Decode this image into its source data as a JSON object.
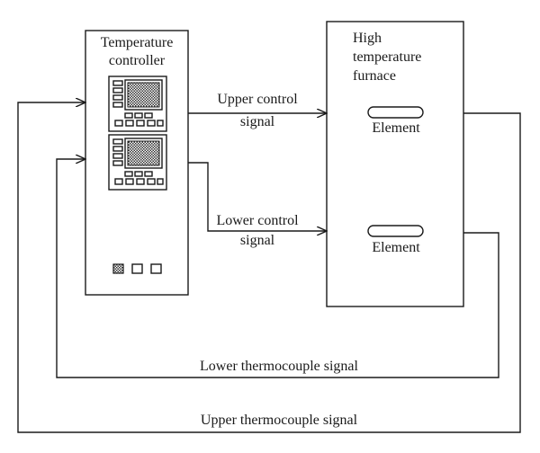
{
  "controller": {
    "label_line1": "Temperature",
    "label_line2": "controller"
  },
  "furnace": {
    "label_line1": "High",
    "label_line2": "temperature",
    "label_line3": "furnace",
    "element_upper": "Element",
    "element_lower": "Element"
  },
  "signals": {
    "upper_control_line1": "Upper control",
    "upper_control_line2": "signal",
    "lower_control_line1": "Lower control",
    "lower_control_line2": "signal",
    "lower_thermocouple": "Lower thermocouple signal",
    "upper_thermocouple": "Upper thermocouple signal"
  }
}
